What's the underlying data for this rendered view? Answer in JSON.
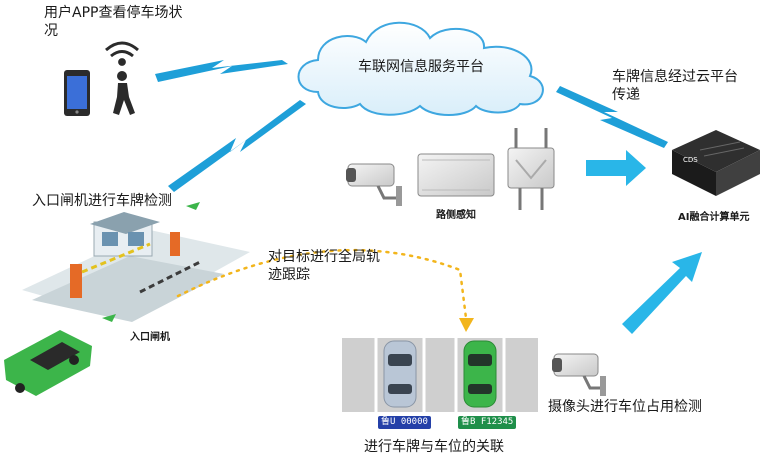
{
  "labels": {
    "user_app": "用户APP查看停车场状况",
    "cloud_platform": "车联网信息服务平台",
    "plate_cloud": "车牌信息经过云平台传递",
    "gate_detect": "入口闸机进行车牌检测",
    "roadside": "路侧感知",
    "ai_unit": "AI融合计算单元",
    "tracking": "对目标进行全局轨迹跟踪",
    "gate_label": "入口闸机",
    "camera_detect": "摄像头进行车位占用检测",
    "association": "进行车牌与车位的关联"
  },
  "plates": {
    "plate_blue": "鲁U 00000",
    "plate_green": "鲁B F12345"
  },
  "device": {
    "ai_box_brand": "CDS"
  },
  "colors": {
    "arrow_cyan": "#29b6e8",
    "bolt_blue": "#1e9fd8",
    "track_yellow": "#f2b51c",
    "car_green": "#3cb54a",
    "plate_blue_bg": "#2440a8",
    "plate_green_bg": "#1f8f4a"
  }
}
